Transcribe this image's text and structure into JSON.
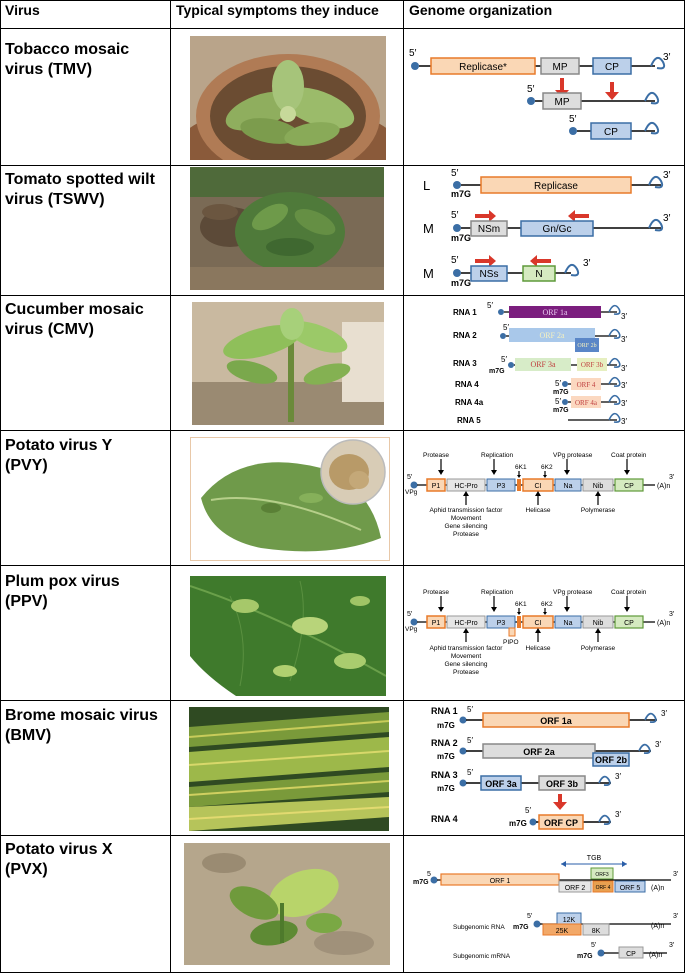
{
  "headers": {
    "virus": "Virus",
    "symptoms": "Typical symptoms they induce",
    "genome": "Genome organization"
  },
  "rows": [
    {
      "name_line1": "Tobacco mosaic",
      "name_line2": "virus (TMV)",
      "photo_icon": "tmv-plant-in-pot-photo",
      "genome": {
        "five": "5′",
        "three": "3′",
        "replicase": "Replicase*",
        "mp": "MP",
        "cp": "CP"
      }
    },
    {
      "name_line1": "Tomato spotted wilt",
      "name_line2": "virus (TSWV)",
      "photo_icon": "tswv-wilted-tomato-photo",
      "genome": {
        "five": "5′",
        "three": "3′",
        "m7g": "m7G",
        "seg_l": "L",
        "seg_m1": "M",
        "seg_m2": "M",
        "replicase": "Replicase",
        "nsm": "NSm",
        "gngc": "Gn/Gc",
        "nss": "NSs",
        "n": "N"
      }
    },
    {
      "name_line1": "Cucumber mosaic",
      "name_line2": "virus (CMV)",
      "photo_icon": "cmv-mosaic-plant-photo",
      "genome": {
        "five": "5′",
        "three": "3′",
        "m7g": "m7G",
        "rna1": "RNA 1",
        "rna2": "RNA 2",
        "rna3": "RNA 3",
        "rna4": "RNA 4",
        "rna4a": "RNA 4a",
        "rna5": "RNA 5",
        "orf1a": "ORF 1a",
        "orf2a": "ORF 2a",
        "orf2b": "ORF 2b",
        "orf3a": "ORF 3a",
        "orf3b": "ORF 3b",
        "orf4": "ORF 4",
        "orf4a": "ORF 4a"
      }
    },
    {
      "name_line1": "Potato virus Y",
      "name_line2": "(PVY)",
      "photo_icon": "pvy-leaf-and-tuber-photo",
      "genome": {
        "five": "5′",
        "three": "3′",
        "vpg": "VPg",
        "polya": "(A)n",
        "protease": "Protease",
        "replication": "Replication",
        "k1": "6K1",
        "k2": "6K2",
        "vpgprotease": "VPg protease",
        "coat": "Coat protein",
        "p1": "P1",
        "hcpro": "HC-Pro",
        "p3": "P3",
        "ci": "CI",
        "na": "Na",
        "nib": "Nib",
        "cp": "CP",
        "aphid": "Aphid transmission factor",
        "movement": "Movement",
        "silencing": "Gene silencing",
        "protease2": "Protease",
        "helicase": "Helicase",
        "polymerase": "Polymerase"
      }
    },
    {
      "name_line1": "Plum pox virus",
      "name_line2": "(PPV)",
      "photo_icon": "ppv-spotted-leaf-photo",
      "genome": {
        "five": "5′",
        "three": "3′",
        "vpg": "VPg",
        "polya": "(A)n",
        "protease": "Protease",
        "replication": "Replication",
        "k1": "6K1",
        "k2": "6K2",
        "vpgprotease": "VPg protease",
        "coat": "Coat protein",
        "p1": "P1",
        "hcpro": "HC-Pro",
        "p3": "P3",
        "ci": "CI",
        "na": "Na",
        "nib": "Nib",
        "cp": "CP",
        "pipo": "PIPO",
        "aphid": "Aphid transmission factor",
        "movement": "Movement",
        "silencing": "Gene silencing",
        "protease2": "Protease",
        "helicase": "Helicase",
        "polymerase": "Polymerase"
      }
    },
    {
      "name_line1": "Brome mosaic virus",
      "name_line2": "(BMV)",
      "photo_icon": "bmv-yellow-streaked-leaves-photo",
      "genome": {
        "five": "5′",
        "three": "3′",
        "m7g": "m7G",
        "rna1": "RNA 1",
        "rna2": "RNA 2",
        "rna3": "RNA 3",
        "rna4": "RNA 4",
        "orf1a": "ORF 1a",
        "orf2a": "ORF 2a",
        "orf2b": "ORF 2b",
        "orf3a": "ORF 3a",
        "orf3b": "ORF 3b",
        "orfcp": "ORF CP"
      }
    },
    {
      "name_line1": "Potato virus X",
      "name_line2": "(PVX)",
      "photo_icon": "pvx-potato-plant-photo",
      "genome": {
        "five": "5",
        "five2": "5′",
        "three": "3′",
        "m7g": "m7G",
        "polya": "(A)n",
        "tgb": "TGB",
        "orf1": "ORF 1",
        "orf2": "ORF 2",
        "orf3": "ORF3",
        "orf4": "ORF 4",
        "orf5": "ORF 5",
        "k12": "12K",
        "k25": "25K",
        "k8": "8K",
        "cp": "CP",
        "subrna": "Subgenomic RNA",
        "submrna": "Subgenomic mRNA"
      }
    }
  ]
}
